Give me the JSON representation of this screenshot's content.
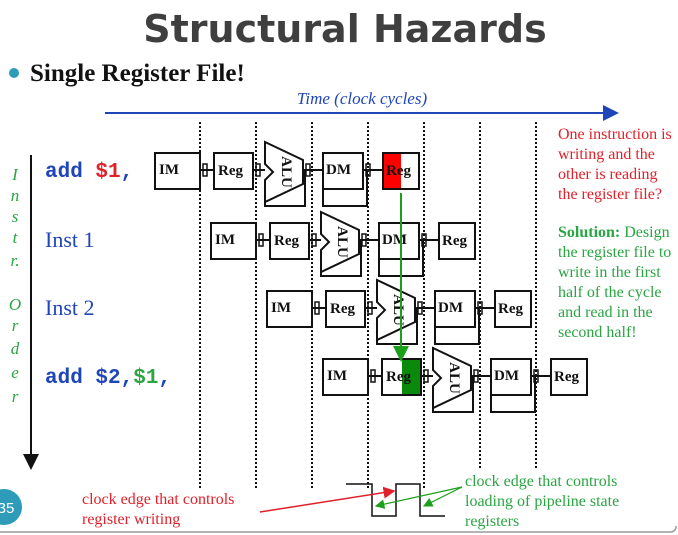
{
  "title": "Structural Hazards",
  "bullet": "Single Register File!",
  "time_axis_label": "Time (clock cycles)",
  "instr_order_letters": [
    "I",
    "n",
    "s",
    "t",
    "r.",
    "O",
    "r",
    "d",
    "e",
    "r"
  ],
  "instructions": [
    {
      "parts": [
        {
          "text": "add ",
          "color": "#1f45b8"
        },
        {
          "text": "$1",
          "color": "#e0202a"
        },
        {
          "text": ",",
          "color": "#1f45b8"
        }
      ],
      "mono": true
    },
    {
      "parts": [
        {
          "text": "Inst 1",
          "color": "#1f45b8"
        }
      ],
      "mono": false
    },
    {
      "parts": [
        {
          "text": "Inst 2",
          "color": "#1f45b8"
        }
      ],
      "mono": false
    },
    {
      "parts": [
        {
          "text": "add $2,",
          "color": "#1f45b8"
        },
        {
          "text": "$1",
          "color": "#2aa542"
        },
        {
          "text": ",",
          "color": "#1f45b8"
        }
      ],
      "mono": true
    }
  ],
  "stages": [
    "IM",
    "Reg",
    "ALU",
    "DM",
    "Reg"
  ],
  "highlights": {
    "write_color": "#ff0000",
    "read_color": "#0a8a0a"
  },
  "question_lines": [
    "One instruction is",
    "writing and the",
    "other is reading",
    "the register file?"
  ],
  "solution": {
    "label": "Solution:",
    "lines": [
      " Design",
      "the register file to",
      "write in the first",
      "half of the cycle",
      "and read in the",
      "second half!"
    ]
  },
  "clock_write_note": [
    "clock edge that controls",
    "register writing"
  ],
  "clock_pipeline_note": [
    "clock edge that controls",
    "loading of pipeline state",
    "registers"
  ],
  "page_number": "35",
  "colors": {
    "accent": "#1f45b8",
    "red": "#e0202a",
    "green": "#2aa542",
    "badge": "#2e9bb8"
  }
}
